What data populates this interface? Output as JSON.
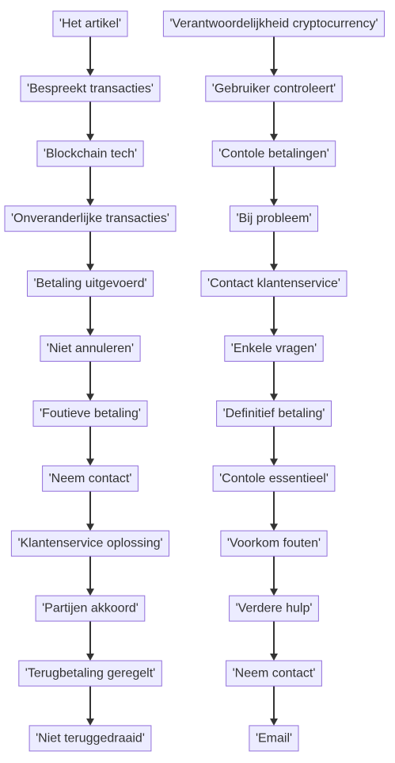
{
  "flowchart": {
    "columns": [
      {
        "nodes": [
          "'Het artikel'",
          "'Bespreekt transacties'",
          "'Blockchain tech'",
          "'Onveranderlijke transacties'",
          "'Betaling uitgevoerd'",
          "'Niet annuleren'",
          "'Foutieve betaling'",
          "'Neem contact'",
          "'Klantenservice oplossing'",
          "'Partijen akkoord'",
          "'Terugbetaling geregelt'",
          "'Niet teruggedraaid'"
        ]
      },
      {
        "nodes": [
          "'Verantwoordelijkheid cryptocurrency'",
          "'Gebruiker controleert'",
          "'Contole betalingen'",
          "'Bij probleem'",
          "'Contact klantenservice'",
          "'Enkele vragen'",
          "'Definitief betaling'",
          "'Contole essentieel'",
          "'Voorkom fouten'",
          "'Verdere hulp'",
          "'Neem contact'",
          "'Email'"
        ]
      }
    ],
    "colors": {
      "node_fill": "#ececff",
      "node_border": "#9370db",
      "edge": "#333333",
      "text": "#333333"
    }
  }
}
